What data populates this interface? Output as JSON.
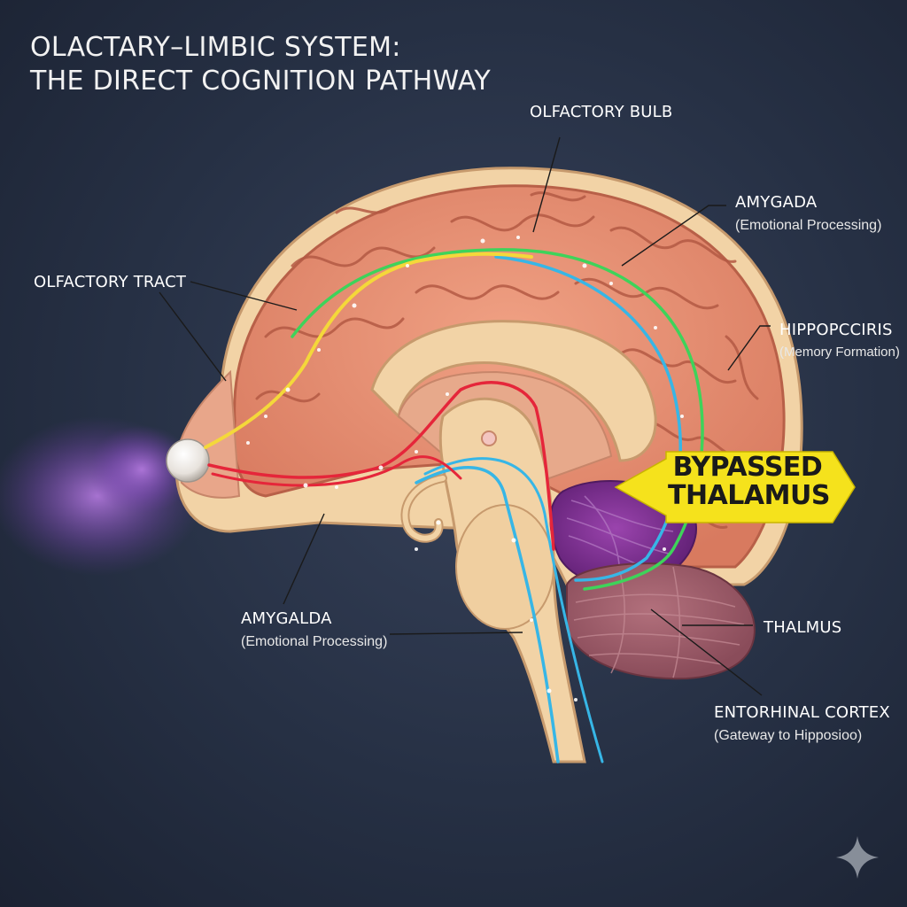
{
  "title": {
    "line1": "OLACTARY–LIMBIC SYSTEM:",
    "line2": "THE DIRECT COGNITION PATHWAY"
  },
  "labels": {
    "olfactory_bulb": "OLFACTORY BULB",
    "amygdala_top": {
      "name": "AMYGADA",
      "sub": "(Emotional Processing)"
    },
    "olfactory_tract": "OLFACTORY TRACT",
    "hippocampus": {
      "name": "HIPPOPCCIRIS",
      "sub": "(Memory Formation)"
    },
    "amygdala_bottom": {
      "name": "AMYGALDA",
      "sub": "(Emotional Processing)"
    },
    "thalamus": "THALMUS",
    "entorhinal": {
      "name": "ENTORHINAL CORTEX",
      "sub": "(Gateway to Hipposioo)"
    }
  },
  "callout": {
    "line1": "BYPASSED",
    "line2": "THALAMUS",
    "color": "#f5e21c"
  },
  "colors": {
    "cortex": "#e58f73",
    "cortex_outline": "#b86048",
    "tissue": "#f2d3a6",
    "cerebellum": "#9b5d6b",
    "purple_region": "#7a2e8e",
    "pathway_yellow": "#f4d83a",
    "pathway_green": "#3ed35a",
    "pathway_blue": "#37b6e6",
    "pathway_red": "#e5263a",
    "odor_mist": "#a064d2"
  },
  "icons": {
    "corner": "sparkle-icon"
  }
}
